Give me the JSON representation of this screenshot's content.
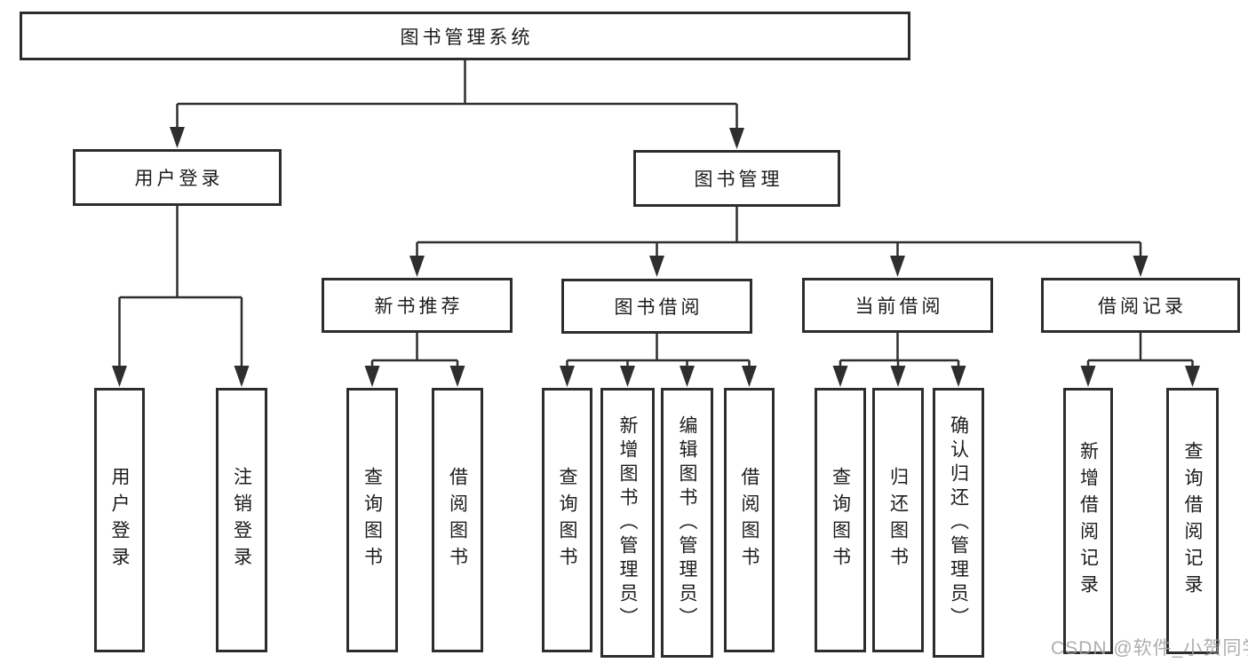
{
  "diagram": {
    "root": {
      "label": "图书管理系统"
    },
    "branches": {
      "user_login": {
        "label": "用户登录",
        "children": [
          {
            "label": "用户登录"
          },
          {
            "label": "注销登录"
          }
        ]
      },
      "book_mgmt": {
        "label": "图书管理",
        "children": [
          {
            "label": "新书推荐",
            "children": [
              {
                "label": "查询图书"
              },
              {
                "label": "借阅图书"
              }
            ]
          },
          {
            "label": "图书借阅",
            "children": [
              {
                "label": "查询图书"
              },
              {
                "label": "新增图书（管理员）"
              },
              {
                "label": "编辑图书（管理员）"
              },
              {
                "label": "借阅图书"
              }
            ]
          },
          {
            "label": "当前借阅",
            "children": [
              {
                "label": "查询图书"
              },
              {
                "label": "归还图书"
              },
              {
                "label": "确认归还（管理员）"
              }
            ]
          },
          {
            "label": "借阅记录",
            "children": [
              {
                "label": "新增借阅记录"
              },
              {
                "label": "查询借阅记录"
              }
            ]
          }
        ]
      }
    }
  },
  "watermark": {
    "text": "CSDN @软件_小贺同学"
  },
  "colors": {
    "background": "#ffffff",
    "line": "#2e2e2e",
    "box_border": "#2d2d2d",
    "text": "#1c1c1c",
    "watermark": "#a0a0a0"
  }
}
